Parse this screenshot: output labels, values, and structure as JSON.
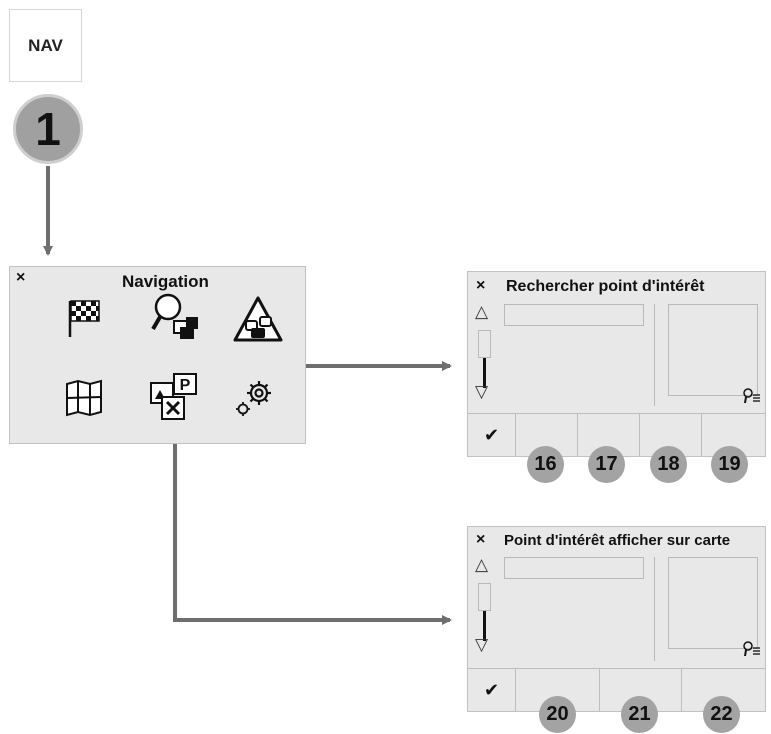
{
  "nav_button": {
    "label": "NAV"
  },
  "step": {
    "number": "1"
  },
  "nav_menu": {
    "title": "Navigation",
    "close_glyph": "×",
    "icons": [
      "destination-flag-icon",
      "poi-search-icon",
      "traffic-icon",
      "map-icon",
      "poi-categories-icon",
      "settings-icon"
    ]
  },
  "screen_search": {
    "title": "Rechercher point d'intérêt",
    "close_glyph": "×",
    "up_glyph": "△",
    "down_glyph": "▽",
    "ok_glyph": "✔",
    "callouts": [
      "16",
      "17",
      "18",
      "19"
    ]
  },
  "screen_show": {
    "title": "Point d'intérêt afficher sur carte",
    "close_glyph": "×",
    "up_glyph": "△",
    "down_glyph": "▽",
    "ok_glyph": "✔",
    "callouts": [
      "20",
      "21",
      "22"
    ]
  },
  "colors": {
    "panel": "#e8e8e8",
    "arrow": "#6e6e6e",
    "badge": "#a3a3a3"
  }
}
